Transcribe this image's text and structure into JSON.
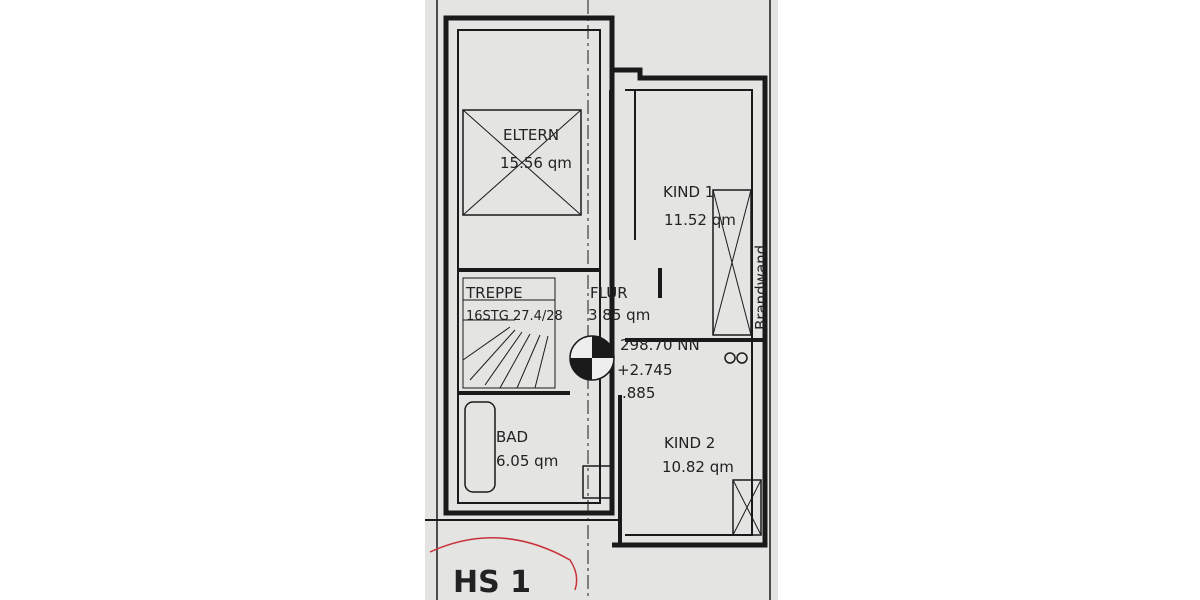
{
  "plan": {
    "rooms": [
      {
        "name": "ELTERN",
        "area": "15.56 qm"
      },
      {
        "name": "KIND 1",
        "area": "11.52 qm"
      },
      {
        "name": "TREPPE",
        "area": "16STG 27.4/28"
      },
      {
        "name": "FLUR",
        "area": "3.85 qm"
      },
      {
        "name": "BAD",
        "area": "6.05 qm"
      },
      {
        "name": "KIND 2",
        "area": "10.82 qm"
      }
    ],
    "level": {
      "nn": "298.70 NN",
      "height": "+2.745",
      "sub": ".885"
    },
    "wall_label": "Brandwand",
    "house_label": "HS 1"
  },
  "colors": {
    "paper": "#e4e4e2",
    "ink": "#1a1a1a",
    "red_mark": "#c8323a"
  }
}
